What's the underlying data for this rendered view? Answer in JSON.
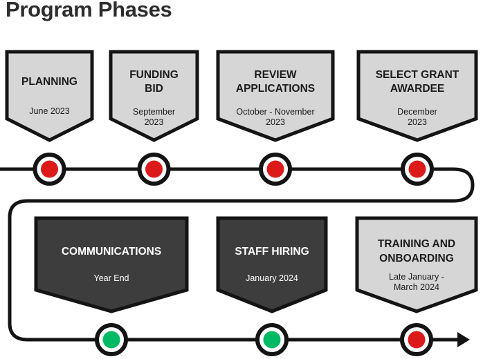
{
  "page": {
    "title": "Program Phases",
    "background_color": "#ffffff"
  },
  "theme": {
    "outline_color": "#141414",
    "shield_light_fill": "#d6d6d6",
    "shield_dark_fill": "#3d3d3d",
    "marker_red": "#dd1a1a",
    "marker_green": "#00b963",
    "text_dark": "#1a1a1a",
    "text_light": "#ffffff",
    "title_color": "#2d2d2d"
  },
  "timeline": {
    "rows": [
      {
        "row_name": "upper-track",
        "direction": "left-to-right",
        "phases": [
          {
            "id": "planning",
            "title": "PLANNING",
            "date": "June 2023",
            "style": "light",
            "marker_color": "#dd1a1a",
            "marker_name": "milestone-marker-red"
          },
          {
            "id": "funding-bid",
            "title": "FUNDING BID",
            "title_lines": [
              "FUNDING",
              "BID"
            ],
            "date": "September 2023",
            "date_lines": [
              "September",
              "2023"
            ],
            "style": "light",
            "marker_color": "#dd1a1a",
            "marker_name": "milestone-marker-red"
          },
          {
            "id": "review-applications",
            "title": "REVIEW APPLICATIONS",
            "title_lines": [
              "REVIEW",
              "APPLICATIONS"
            ],
            "date": "October - November 2023",
            "date_lines": [
              "October - November",
              "2023"
            ],
            "style": "light",
            "marker_color": "#dd1a1a",
            "marker_name": "milestone-marker-red"
          },
          {
            "id": "select-grant-awardee",
            "title": "SELECT GRANT AWARDEE",
            "title_lines": [
              "SELECT GRANT",
              "AWARDEE"
            ],
            "date": "December 2023",
            "date_lines": [
              "December",
              "2023"
            ],
            "style": "light",
            "marker_color": "#dd1a1a",
            "marker_name": "milestone-marker-red"
          }
        ]
      },
      {
        "row_name": "lower-track",
        "direction": "left-to-right",
        "end_marker": "arrowhead",
        "phases": [
          {
            "id": "communications",
            "title": "COMMUNICATIONS",
            "title_lines": [
              "COMMUNICATIONS"
            ],
            "date": "Year End",
            "date_lines": [
              "Year End"
            ],
            "style": "dark",
            "marker_color": "#00b963",
            "marker_name": "milestone-marker-green"
          },
          {
            "id": "staff-hiring",
            "title": "STAFF HIRING",
            "title_lines": [
              "STAFF HIRING"
            ],
            "date": "January 2024",
            "date_lines": [
              "January 2024"
            ],
            "style": "dark",
            "marker_color": "#00b963",
            "marker_name": "milestone-marker-green"
          },
          {
            "id": "training-and-onboarding",
            "title": "TRAINING AND ONBOARDING",
            "title_lines": [
              "TRAINING AND",
              "ONBOARDING"
            ],
            "date": "Late January - March 2024",
            "date_lines": [
              "Late January -",
              "March 2024"
            ],
            "style": "light",
            "marker_color": "#dd1a1a",
            "marker_name": "milestone-marker-red"
          }
        ]
      }
    ]
  }
}
